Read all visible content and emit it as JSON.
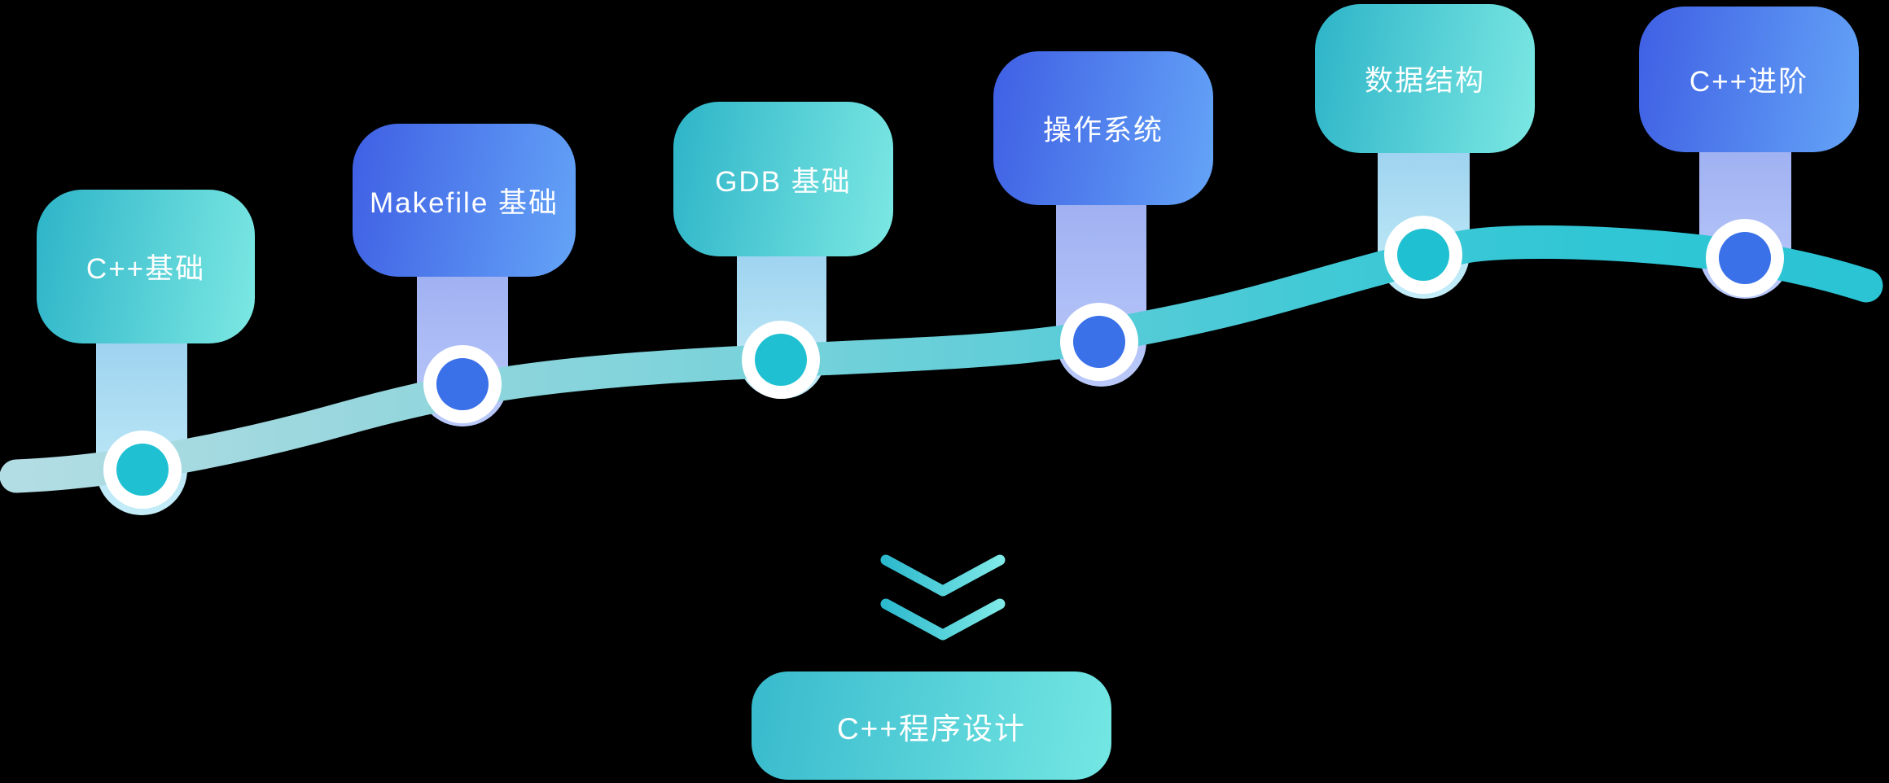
{
  "canvas": {
    "background": "#000000"
  },
  "roadmap": {
    "milestones": [
      {
        "label": "C++基础",
        "theme": "teal"
      },
      {
        "label": "Makefile 基础",
        "theme": "blue"
      },
      {
        "label": "GDB 基础",
        "theme": "teal"
      },
      {
        "label": "操作系统",
        "theme": "blue"
      },
      {
        "label": "数据结构",
        "theme": "teal"
      },
      {
        "label": "C++进阶",
        "theme": "blue"
      }
    ],
    "summary": {
      "label": "C++程序设计"
    },
    "colors": {
      "teal_box_start": "#2db4c8",
      "teal_box_end": "#7ce8e3",
      "blue_box_start": "#3f5fe4",
      "blue_box_end": "#64a4f7",
      "teal_stem_start": "#9dd2ef",
      "teal_stem_end": "#c4edf8",
      "blue_stem_start": "#9fb0f2",
      "blue_stem_end": "#bac9f9",
      "curve_start": "#b3dde4",
      "curve_end": "#2ac4d4",
      "chevron_start": "#2db9cd",
      "chevron_end": "#7ee9e7",
      "node_ring": "#ffffff",
      "dot_teal": "#1fc0d2",
      "dot_blue": "#3a70e8",
      "label_text": "#ffffff"
    }
  }
}
